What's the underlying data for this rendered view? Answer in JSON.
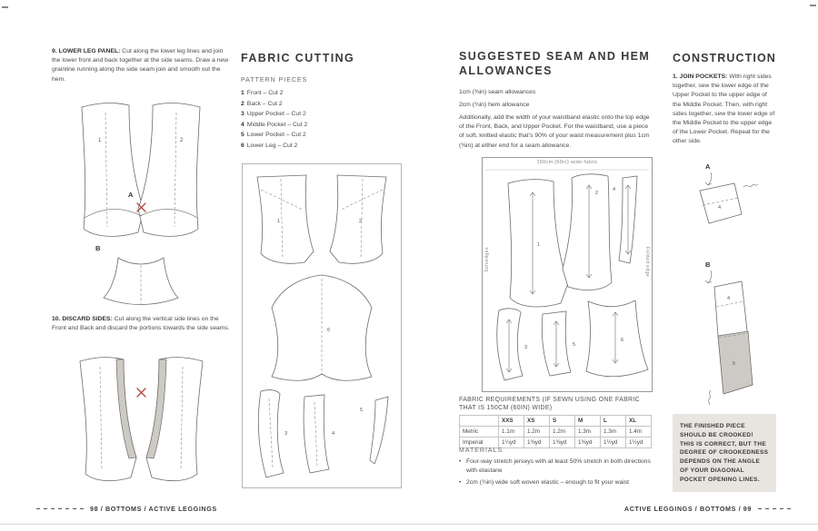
{
  "left_page": {
    "steps": {
      "step9_label": "9. LOWER LEG PANEL:",
      "step9_body": "Cut along the lower leg lines and join the lower front and back together at the side seams. Draw a new grainline running along the side seam join and smooth out the hem.",
      "step10_label": "10. DISCARD SIDES:",
      "step10_body": "Cut along the vertical side lines on the Front and Back and discard the portions towards the side seams."
    },
    "fabric_cutting": {
      "title": "FABRIC CUTTING",
      "subtitle": "PATTERN PIECES",
      "pieces": [
        {
          "num": "1",
          "label": "Front – Cut 2"
        },
        {
          "num": "2",
          "label": "Back – Cut 2"
        },
        {
          "num": "3",
          "label": "Upper Pocket – Cut 2"
        },
        {
          "num": "4",
          "label": "Middle Pocket – Cut 2"
        },
        {
          "num": "5",
          "label": "Lower Pocket – Cut 2"
        },
        {
          "num": "6",
          "label": "Lower Leg – Cut 2"
        }
      ]
    },
    "footer": "98 / BOTTOMS / ACTIVE LEGGINGS"
  },
  "right_page": {
    "seam_section": {
      "title": "SUGGESTED SEAM AND HEM ALLOWANCES",
      "allowance1": "1cm (⅜in) seam allowances",
      "allowance2": "2cm (¾in) hem allowance",
      "body": "Additionally, add the width of your waistband elastic onto the top edge of the Front, Back, and Upper Pocket. For the waistband, use a piece of soft, knitted elastic that’s 90% of your waist measurement plus 1cm (⅜in) at either end for a seam allowance."
    },
    "layout_diagram": {
      "width_label": "150cm (60in) wide fabric",
      "left_label": "Selvedges",
      "right_label": "Folded edge"
    },
    "requirements": {
      "heading": "FABRIC REQUIREMENTS (IF SEWN USING ONE FABRIC THAT IS 150CM (60IN) WIDE)",
      "table": {
        "headers": [
          "",
          "XXS",
          "XS",
          "S",
          "M",
          "L",
          "XL"
        ],
        "rows": [
          [
            "Metric",
            "1.1m",
            "1.2m",
            "1.2m",
            "1.3m",
            "1.3m",
            "1.4m"
          ],
          [
            "Imperial",
            "1¼yd",
            "1⅜yd",
            "1⅜yd",
            "1⅜yd",
            "1½yd",
            "1½yd"
          ]
        ]
      }
    },
    "materials": {
      "heading": "MATERIALS",
      "items": [
        "Four-way stretch jerseys with at least 50% stretch in both directions with elastane",
        "2cm (¾in) wide soft woven elastic – enough to fit your waist"
      ]
    },
    "construction": {
      "title": "CONSTRUCTION",
      "step1_label": "1. JOIN POCKETS:",
      "step1_body": "With right sides together, sew the lower edge of the Upper Pocket to the upper edge of the Middle Pocket. Then, with right sides together, sew the lower edge of the Middle Pocket to the upper edge of the Lower Pocket. Repeat for the other side.",
      "note": "THE FINISHED PIECE SHOULD BE CROOKED! THIS IS CORRECT, BUT THE DEGREE OF CROOKEDNESS DEPENDS ON THE ANGLE OF YOUR DIAGONAL POCKET OPENING LINES."
    },
    "footer": "ACTIVE LEGGINGS / BOTTOMS / 99"
  },
  "diagram_labels": {
    "a": "A",
    "b": "B",
    "n1": "1",
    "n2": "2",
    "n3": "3",
    "n4": "4",
    "n5": "5",
    "n6": "6"
  },
  "colors": {
    "red_mark": "#b5443c",
    "shade_gray": "#cdcac5",
    "note_bg": "#e8e5e1"
  }
}
